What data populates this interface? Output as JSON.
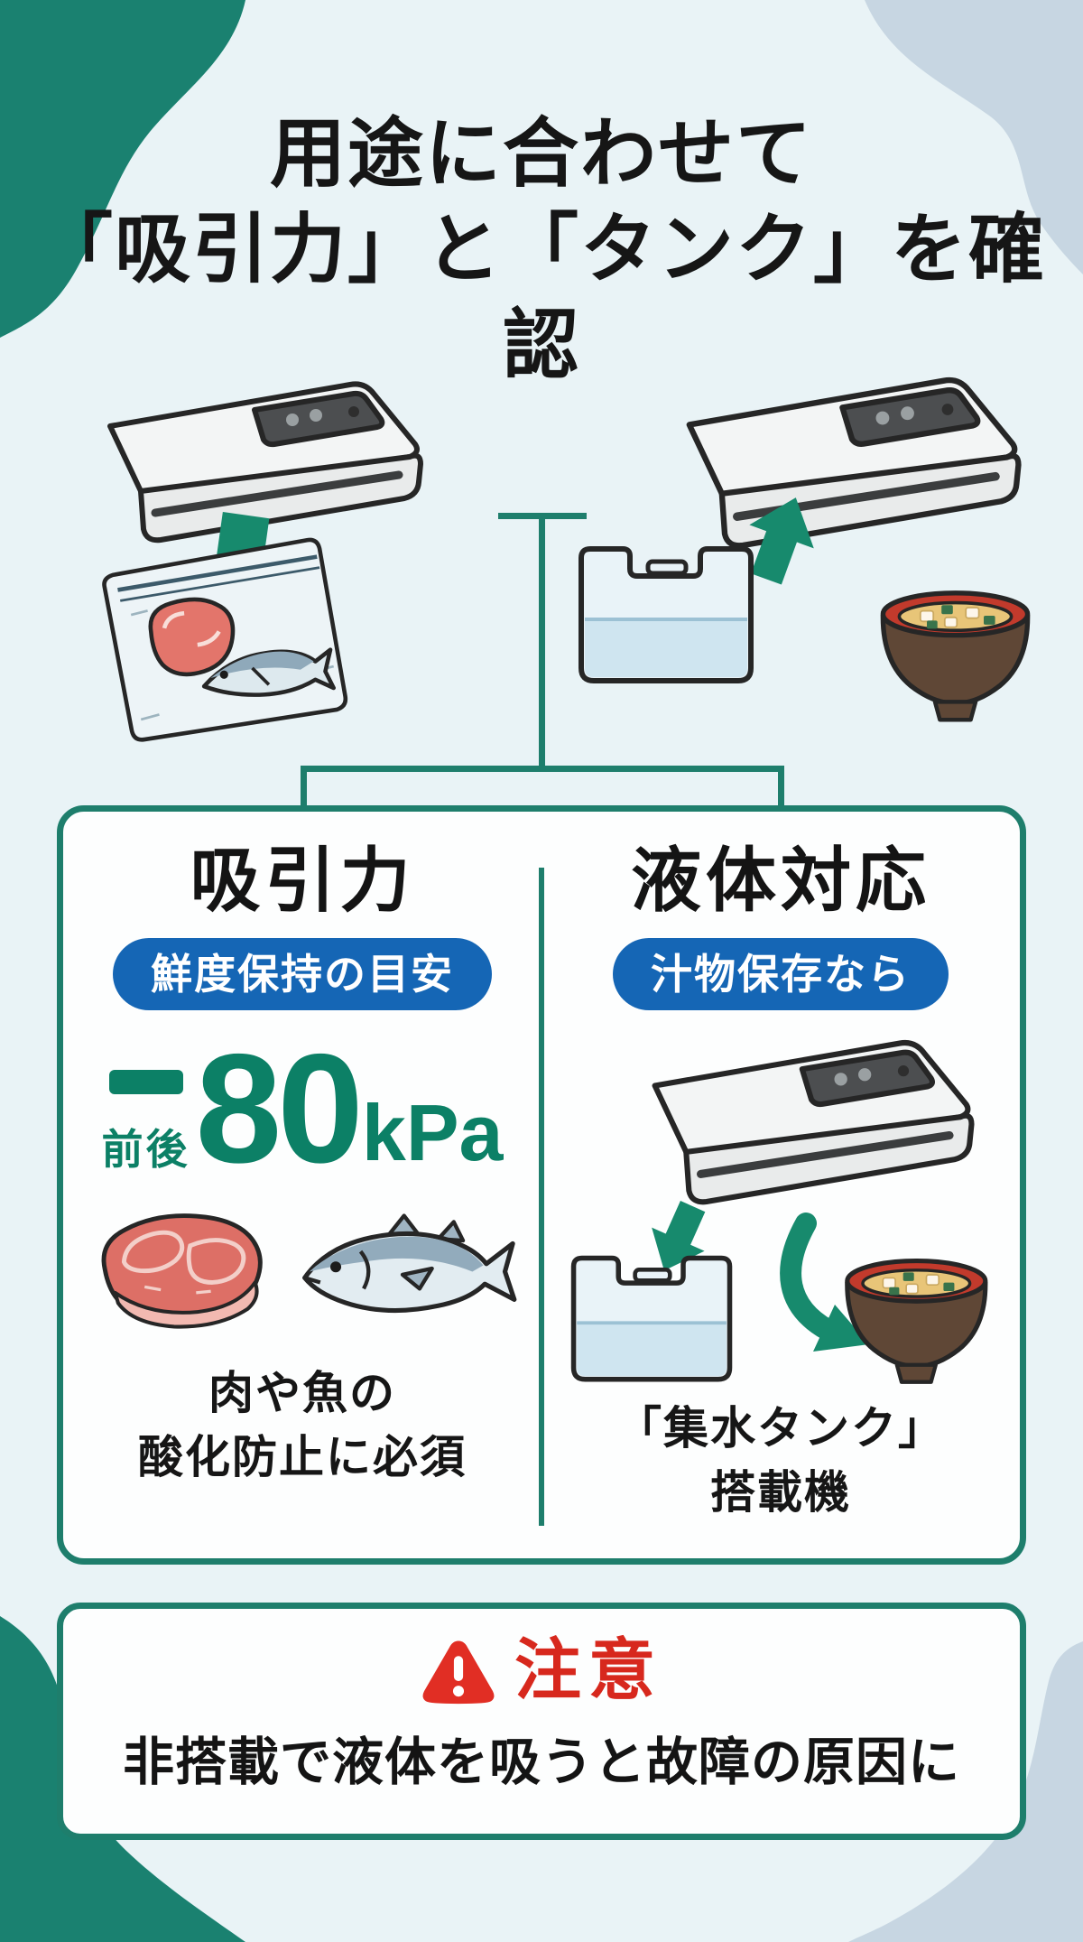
{
  "title": {
    "line1": "用途に合わせて",
    "line2": "「吸引力」と「タンク」を確認"
  },
  "intro": {
    "left_illustration": [
      "vacuum-sealer",
      "arrow-down",
      "vacuum-bag-with-meat-and-fish"
    ],
    "right_illustration": [
      "vacuum-sealer",
      "arrow-up",
      "drip-tank",
      "miso-soup-bowl"
    ]
  },
  "comparison": {
    "left": {
      "header": "吸引力",
      "badge": "鮮度保持の目安",
      "value": {
        "prefix": "前後",
        "minus": "-",
        "number": "80",
        "unit": "kPa"
      },
      "icons": [
        "meat-steak",
        "fish"
      ],
      "caption": [
        "肉や魚の",
        "酸化防止に必須"
      ]
    },
    "right": {
      "header": "液体対応",
      "badge": "汁物保存なら",
      "icons": [
        "vacuum-sealer",
        "arrow-down",
        "drip-tank",
        "curved-arrow",
        "miso-soup-bowl"
      ],
      "caption": [
        "「集水タンク」",
        "搭載機"
      ]
    }
  },
  "warning": {
    "icon": "warning-triangle",
    "title": "注意",
    "text": "非搭載で液体を吸うと故障の原因に"
  },
  "colors": {
    "background": "#e9f3f6",
    "blob_green": "#1a8170",
    "blob_blue": "#c7d6e2",
    "accent_teal": "#1e7e6c",
    "arrow_green": "#178a6d",
    "value_green": "#0c8066",
    "badge_blue": "#1566b5",
    "warning_red": "#d7281d",
    "text_black": "#161616"
  }
}
